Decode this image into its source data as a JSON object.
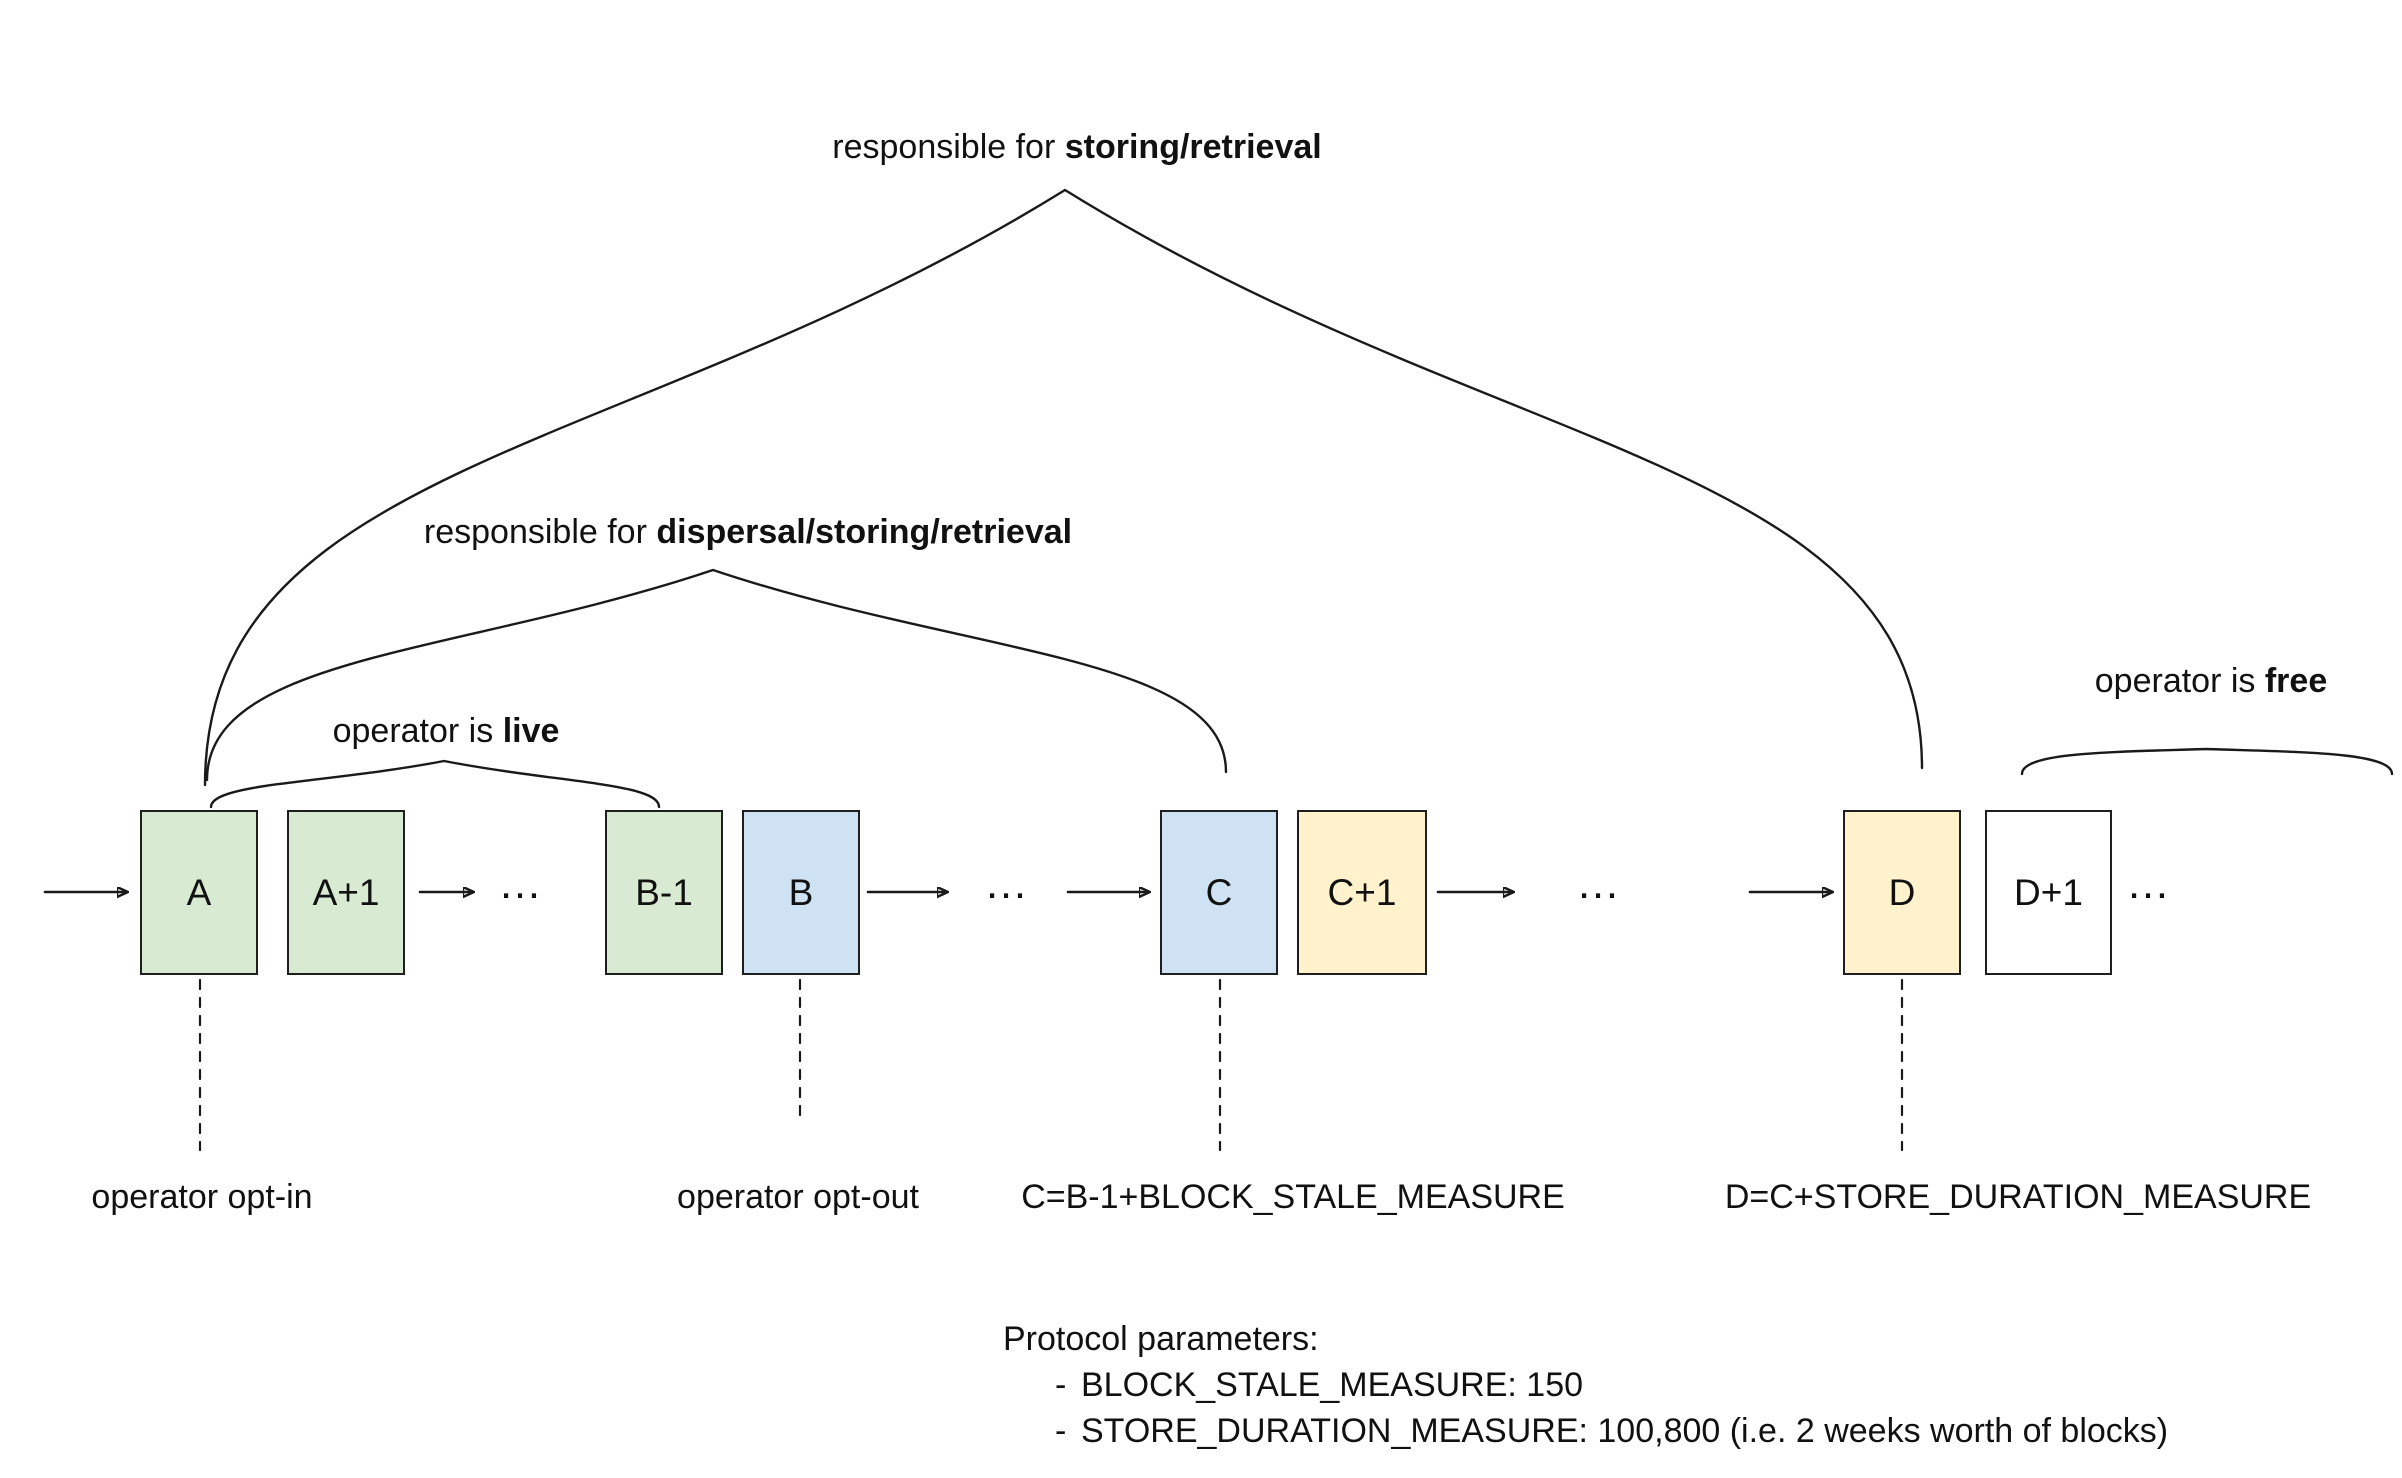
{
  "labels": {
    "storing": {
      "prefix": "responsible for ",
      "bold": "storing/retrieval"
    },
    "dispersal": {
      "prefix": "responsible for ",
      "bold": "dispersal/storing/retrieval"
    },
    "live": {
      "prefix": "operator is ",
      "bold": "live"
    },
    "free": {
      "prefix": "operator is ",
      "bold": "free"
    },
    "opt_in": "operator opt-in",
    "opt_out": "operator opt-out",
    "c_formula": "C=B-1+BLOCK_STALE_MEASURE",
    "d_formula": "D=C+STORE_DURATION_MEASURE",
    "ellipsis": "…"
  },
  "blocks": [
    {
      "label": "A",
      "color": "green"
    },
    {
      "label": "A+1",
      "color": "green"
    },
    {
      "label": "B-1",
      "color": "green"
    },
    {
      "label": "B",
      "color": "blue"
    },
    {
      "label": "C",
      "color": "blue"
    },
    {
      "label": "C+1",
      "color": "yellow"
    },
    {
      "label": "D",
      "color": "yellow"
    },
    {
      "label": "D+1",
      "color": "white"
    }
  ],
  "colors": {
    "green": "#d9ead3",
    "blue": "#cfe2f3",
    "yellow": "#fff2cc",
    "white": "#ffffff"
  },
  "protocol": {
    "title": "Protocol parameters:",
    "bullet": "-",
    "items": [
      "BLOCK_STALE_MEASURE: 150",
      "STORE_DURATION_MEASURE: 100,800 (i.e. 2 weeks worth of blocks)"
    ]
  }
}
